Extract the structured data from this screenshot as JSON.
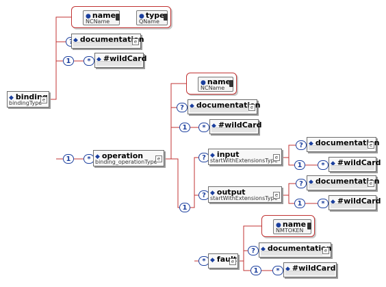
{
  "nodes": {
    "binding": {
      "title": "binding",
      "type": "bindingType"
    },
    "binding_name": {
      "title": "name",
      "type": "NCName"
    },
    "binding_type": {
      "title": "type",
      "type": "QName"
    },
    "binding_doc": {
      "title": "documentation"
    },
    "binding_wild": {
      "title": "#wildCard"
    },
    "operation": {
      "title": "operation",
      "type": "binding_operationType"
    },
    "op_name": {
      "title": "name",
      "type": "NCName"
    },
    "op_doc": {
      "title": "documentation"
    },
    "op_wild": {
      "title": "#wildCard"
    },
    "input": {
      "title": "input",
      "type": "startWithExtensionsType"
    },
    "input_doc": {
      "title": "documentation"
    },
    "input_wild": {
      "title": "#wildCard"
    },
    "output": {
      "title": "output",
      "type": "startWithExtensionsType"
    },
    "output_doc": {
      "title": "documentation"
    },
    "output_wild": {
      "title": "#wildCard"
    },
    "fault": {
      "title": "fault"
    },
    "fault_name": {
      "title": "name",
      "type": "NMTOKEN"
    },
    "fault_doc": {
      "title": "documentation"
    },
    "fault_wild": {
      "title": "#wildCard"
    }
  },
  "cardinality": {
    "optional": "?",
    "one": "1",
    "many": "*"
  },
  "colors": {
    "connector": "#c03030",
    "accent": "#1b3f9e"
  }
}
